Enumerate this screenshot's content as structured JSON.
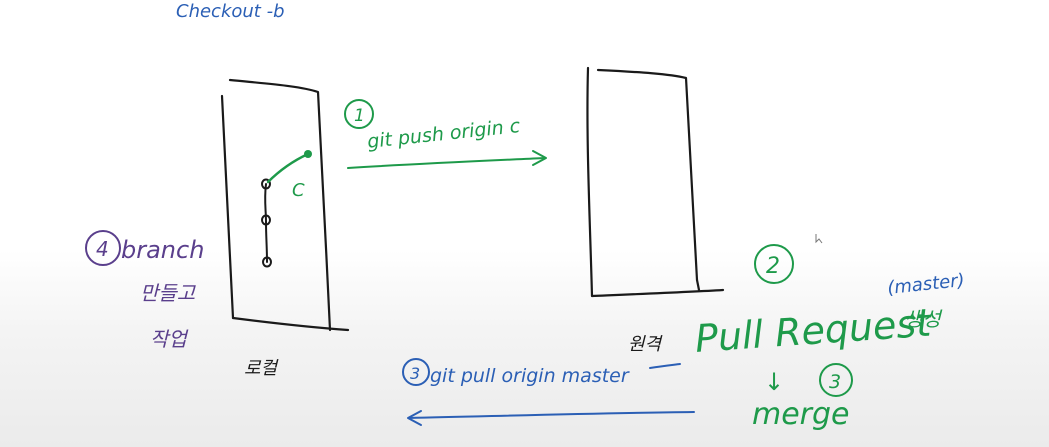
{
  "colors": {
    "black_ink": "#1a1a1a",
    "green_ink": "#1e9a4a",
    "blue_ink": "#2b5fb5",
    "purple_ink": "#5a3f8c"
  },
  "labels": {
    "top_note": "Checkout -b",
    "step1_number": "1",
    "step1_command": "git push origin c",
    "branch_c": "C",
    "step4_number": "4",
    "step4_word": "branch",
    "step4_korean_1": "만들고",
    "step4_korean_2": "작업",
    "local_label": "로컬",
    "remote_label": "원격",
    "step2_number": "2",
    "pull_request": "Pull Request",
    "master_note": "(master)",
    "create_korean": "생성",
    "down_arrow": "↓",
    "step3_number": "3",
    "merge": "merge",
    "step3b_number": "3",
    "step3b_command": "git pull origin master"
  }
}
